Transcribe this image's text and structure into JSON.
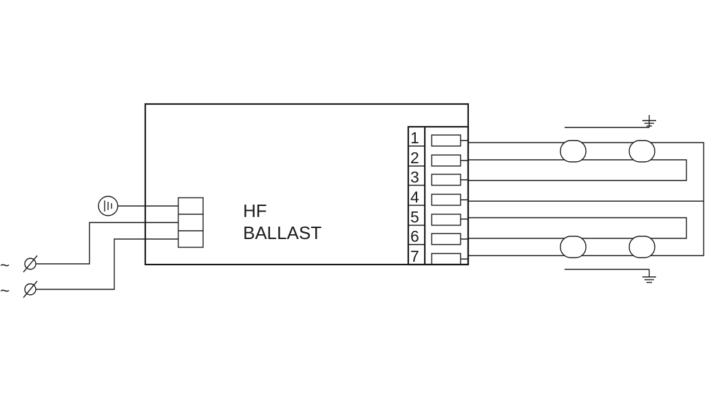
{
  "ballast": {
    "line1": "HF",
    "line2": "BALLAST"
  },
  "terminals": [
    "1",
    "2",
    "3",
    "4",
    "5",
    "6",
    "7"
  ],
  "mains": {
    "tilde1": "~",
    "tilde2": "~"
  }
}
